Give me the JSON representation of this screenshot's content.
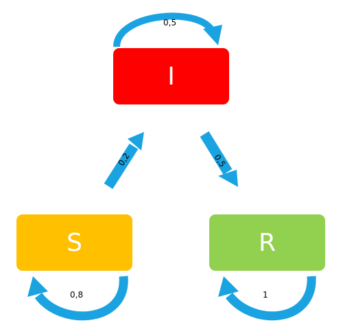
{
  "colors": {
    "arrow": "#1aa3e0",
    "arrow_dark": "#0d6fa3",
    "state_i": "#ff0000",
    "state_s": "#ffc000",
    "state_r": "#92d050"
  },
  "states": {
    "i": {
      "label": "I"
    },
    "s": {
      "label": "S"
    },
    "r": {
      "label": "R"
    }
  },
  "transitions": {
    "i_loop": "0,5",
    "s_to_i": "0,2",
    "i_to_r": "0,5",
    "s_loop": "0,8",
    "r_loop": "1"
  }
}
